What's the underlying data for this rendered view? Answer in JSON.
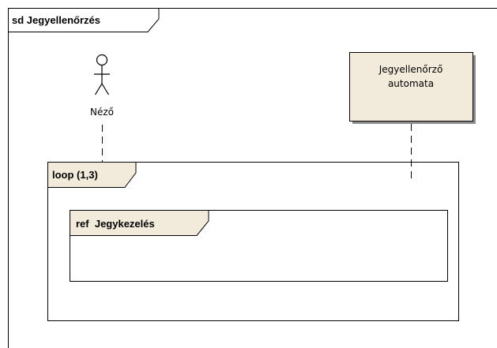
{
  "diagram": {
    "frame_title": "sd Jegyellenőrzés",
    "actor": {
      "label": "Néző",
      "icon": "stick-figure-actor"
    },
    "lifeline_box": {
      "line1": "Jegyellenőrző",
      "line2": "automata"
    },
    "loop_fragment": {
      "label": "loop (1,3)"
    },
    "ref_fragment": {
      "label": "ref  Jegykezelés"
    },
    "colors": {
      "box_fill": "#f2ebdc",
      "tab_fill": "#f2ebdc",
      "border": "#000000",
      "shadow": "#8c8c8c"
    }
  }
}
